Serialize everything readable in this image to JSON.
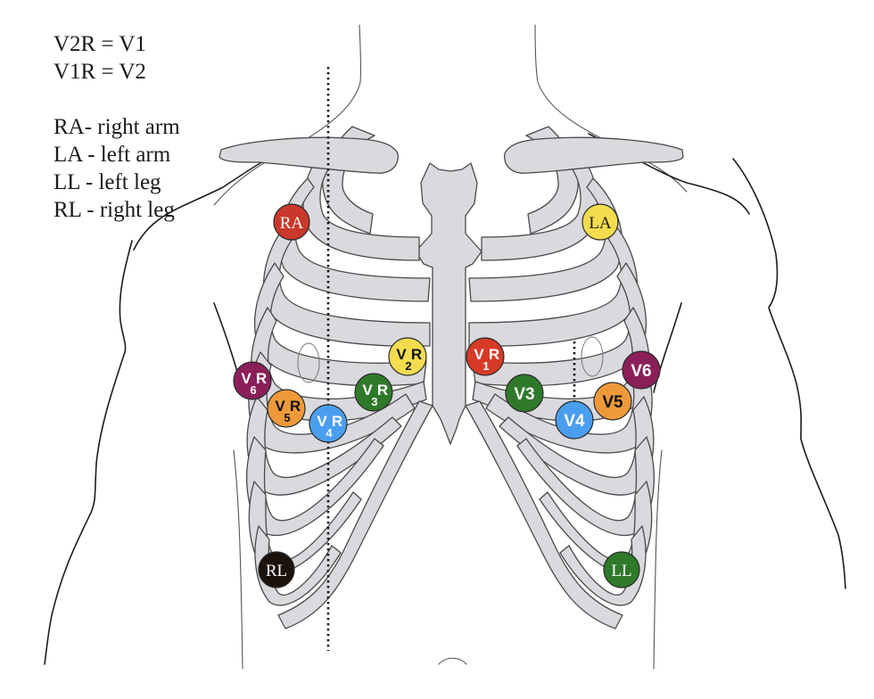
{
  "legend": {
    "equivalences": [
      "V2R = V1",
      "V1R = V2"
    ],
    "limb_leads": [
      "RA- right arm",
      "LA - left arm",
      "LL - left leg",
      "RL - right leg"
    ]
  },
  "electrodes": {
    "RA": {
      "label": "RA",
      "color": "#c9382a",
      "text_color": "#ffffff"
    },
    "LA": {
      "label": "LA",
      "color": "#f3dc4e",
      "text_color": "#1a1a1a"
    },
    "RL": {
      "label": "RL",
      "color": "#1c120c",
      "text_color": "#ffffff"
    },
    "LL": {
      "label": "LL",
      "color": "#2f7a2a",
      "text_color": "#ffffff"
    },
    "V1R": {
      "main": "V",
      "sub": "1",
      "suffix": "R",
      "color": "#d63a27",
      "text_color": "#ffffff"
    },
    "V2R": {
      "main": "V",
      "sub": "2",
      "suffix": "R",
      "color": "#f3dc4e",
      "text_color": "#111111"
    },
    "V3R": {
      "main": "V",
      "sub": "3",
      "suffix": "R",
      "color": "#2f7a2a",
      "text_color": "#ffffff"
    },
    "V4R": {
      "main": "V",
      "sub": "4",
      "suffix": "R",
      "color": "#4a9ef0",
      "text_color": "#ffffff"
    },
    "V5R": {
      "main": "V",
      "sub": "5",
      "suffix": "R",
      "color": "#ee9a3a",
      "text_color": "#111111"
    },
    "V6R": {
      "main": "V",
      "sub": "6",
      "suffix": "R",
      "color": "#8a1f5a",
      "text_color": "#ffffff"
    },
    "V3": {
      "label": "V3",
      "color": "#2f7a2a",
      "text_color": "#ffffff"
    },
    "V4": {
      "label": "V4",
      "color": "#4a9ef0",
      "text_color": "#ffffff"
    },
    "V5": {
      "label": "V5",
      "color": "#ee9a3a",
      "text_color": "#111111"
    },
    "V6": {
      "label": "V6",
      "color": "#8a1f5a",
      "text_color": "#ffffff"
    }
  }
}
